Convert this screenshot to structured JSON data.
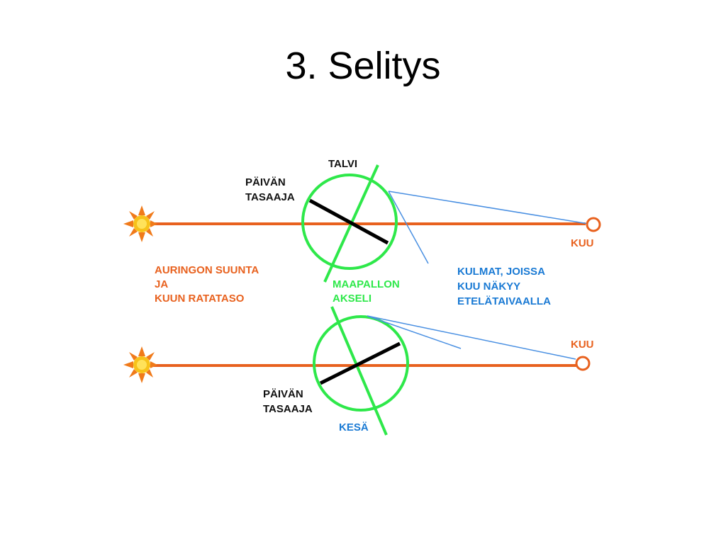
{
  "title": "3. Selitys",
  "labels": {
    "winter": "TALVI",
    "summer": "KESÄ",
    "equator_top_1": "PÄIVÄN",
    "equator_top_2": "TASAAJA",
    "equator_bottom_1": "PÄIVÄN",
    "equator_bottom_2": "TASAAJA",
    "sun_direction_1": "AURINGON SUUNTA",
    "sun_direction_2": "JA",
    "sun_direction_3": "KUUN RATATASO",
    "axis_1": "MAAPALLON",
    "axis_2": "AKSELI",
    "angles_1": "KULMAT, JOISSA",
    "angles_2": "KUU NÄKYY",
    "angles_3": "ETELÄTAIVAALLA",
    "moon_top": "KUU",
    "moon_bottom": "KUU"
  },
  "colors": {
    "orbit_line": "#e8611e",
    "earth": "#2ee84a",
    "equator": "#000000",
    "sight_lines": "#4a90e2",
    "orange_text": "#e8611e",
    "green_text": "#2ee84a",
    "blue_text": "#1a7ad4",
    "black_text": "#111111"
  },
  "icons": {
    "sun": "sun-icon",
    "moon": "moon-icon"
  }
}
